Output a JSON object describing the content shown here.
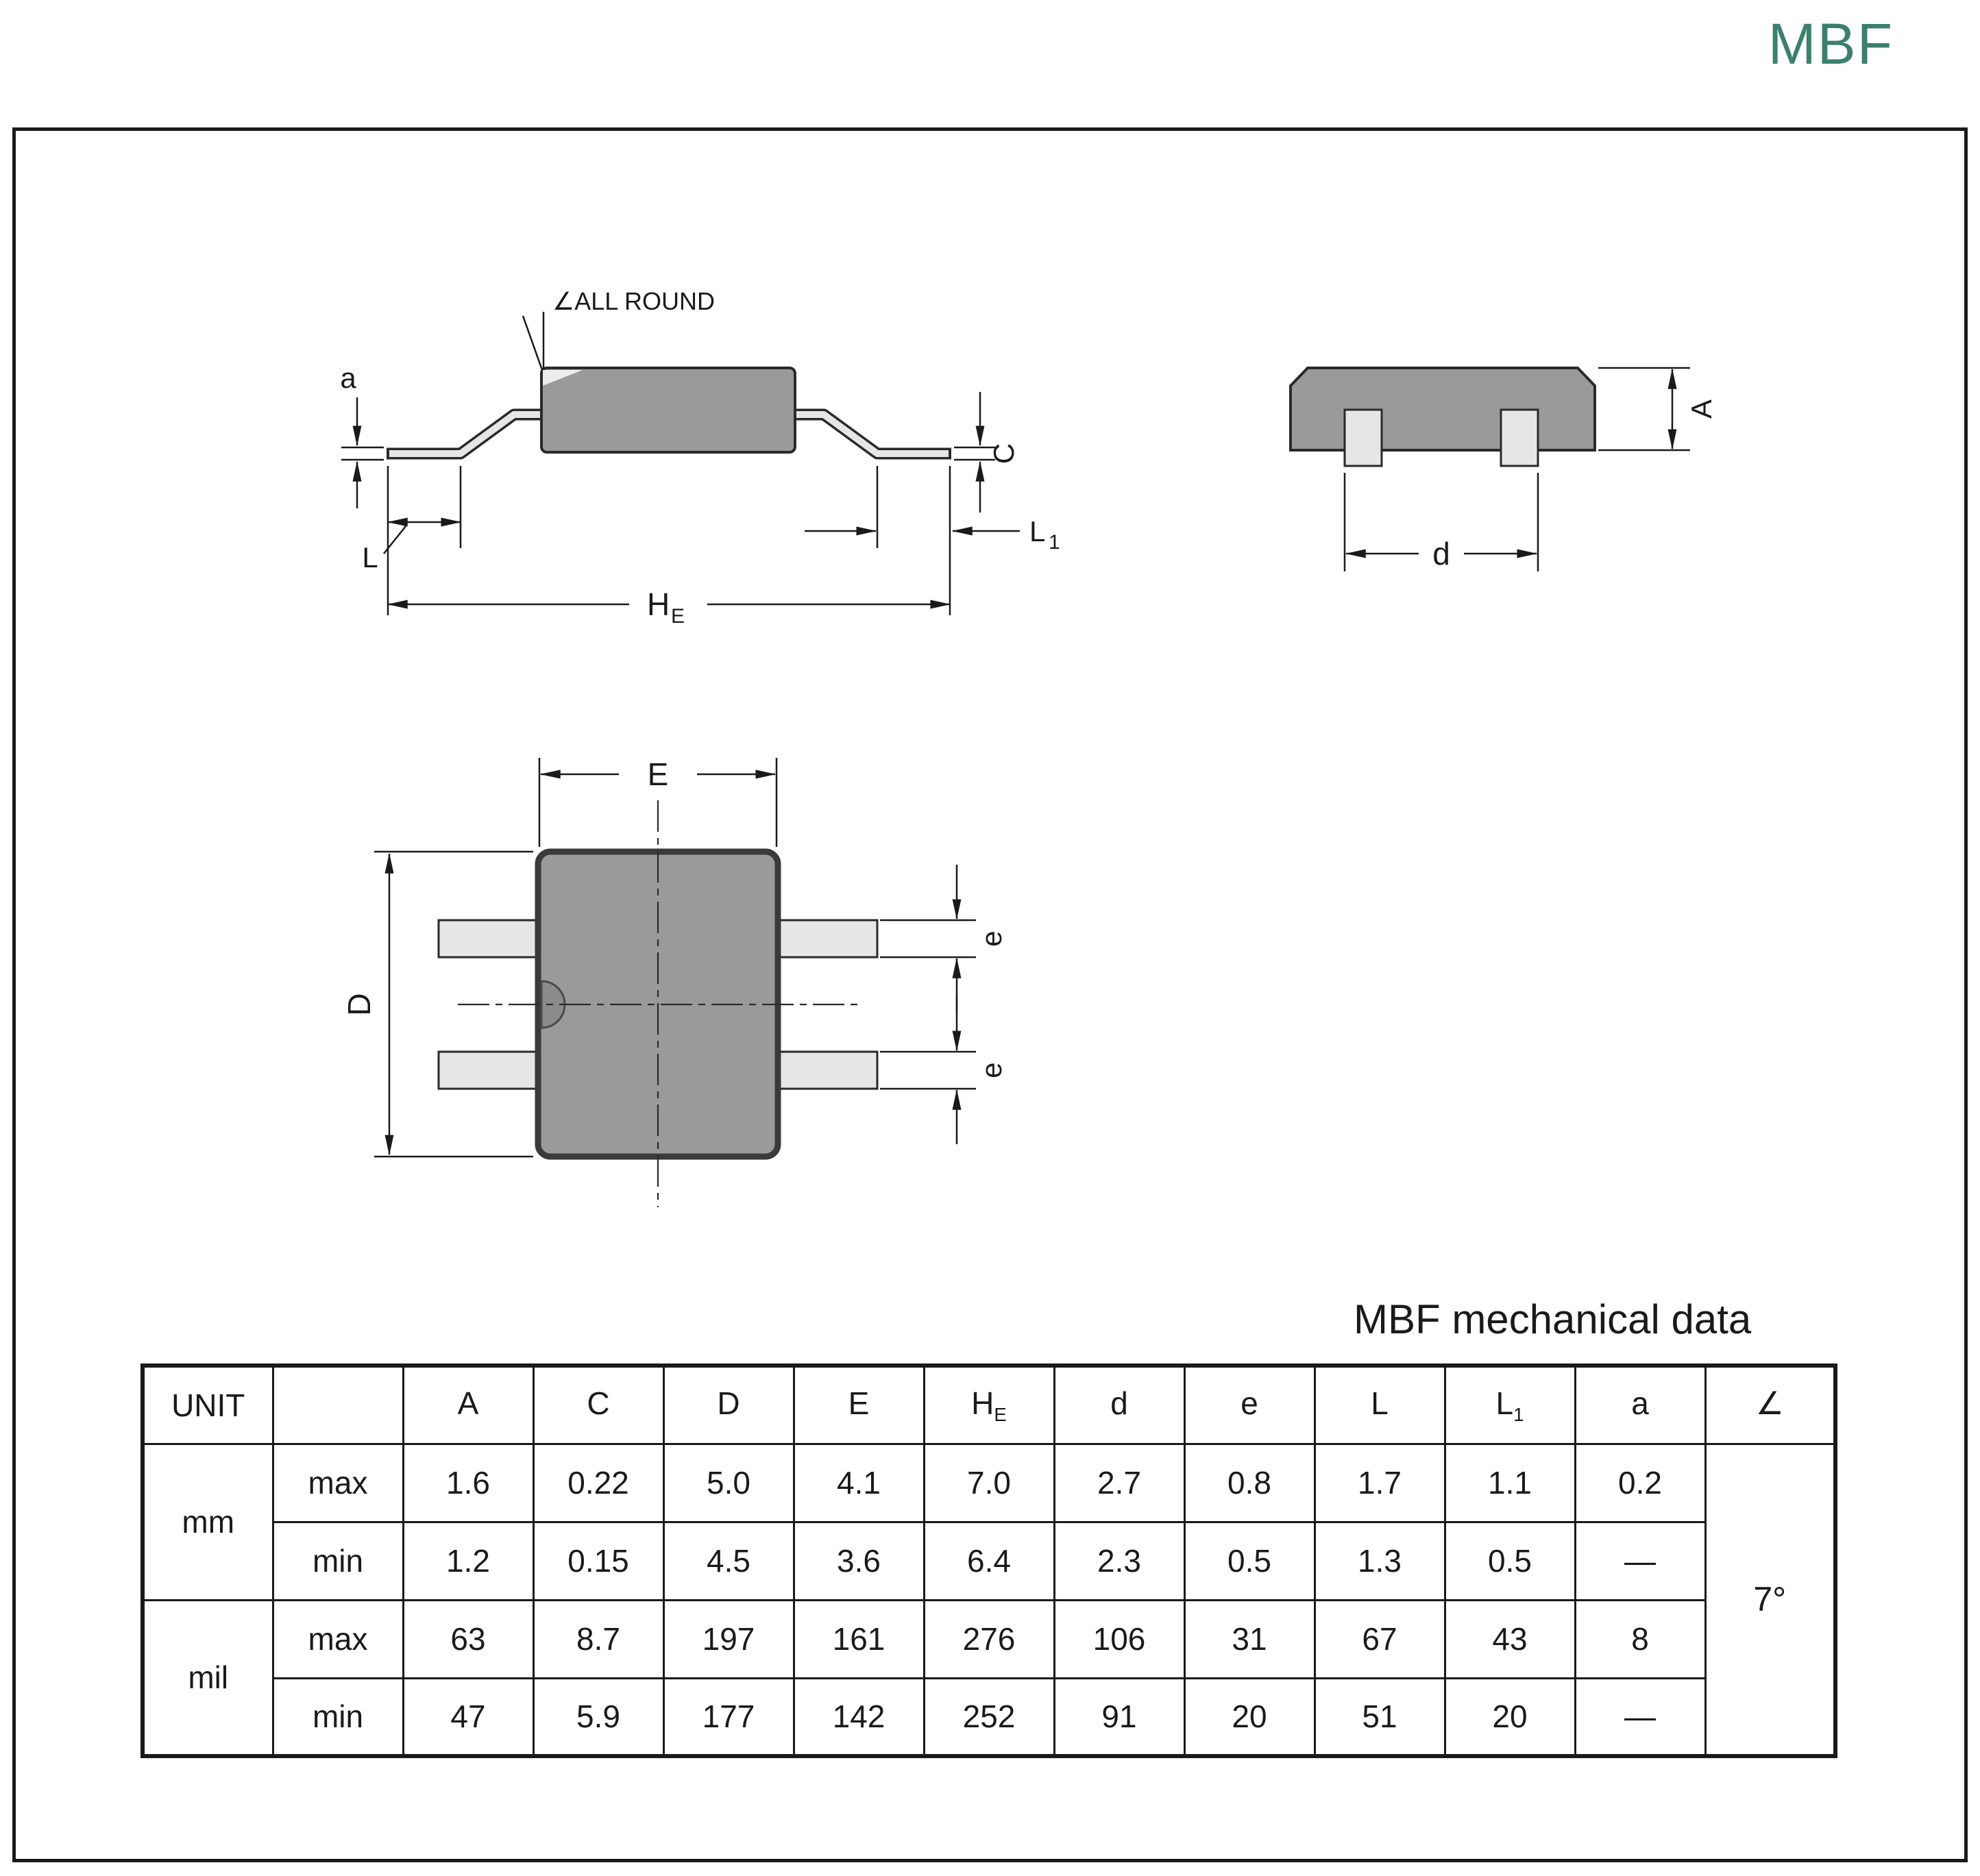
{
  "colors": {
    "accent": "#3D7F6F",
    "line": "#1a1a1a",
    "body_gray": "#9a9a9a",
    "body_gray_dark": "#8b8b8b",
    "lead_gray": "#e6e6e6",
    "page_bg": "#ffffff"
  },
  "page": {
    "title": "MBF"
  },
  "drawing": {
    "caption": "MBF mechanical data",
    "side_view": {
      "label_a": "a",
      "label_all_round": "∠ALL ROUND",
      "label_c": "C",
      "label_l": "L",
      "label_l1_main": "L",
      "label_l1_sub": "1",
      "label_he_main": "H",
      "label_he_sub": "E"
    },
    "end_view": {
      "label_a": "A",
      "label_d": "d"
    },
    "top_view": {
      "label_e_width": "E",
      "label_d": "D",
      "label_e_top": "e",
      "label_e_bottom": "e"
    }
  },
  "table": {
    "unit_header": "UNIT",
    "columns": [
      {
        "main": "A",
        "sub": ""
      },
      {
        "main": "C",
        "sub": ""
      },
      {
        "main": "D",
        "sub": ""
      },
      {
        "main": "E",
        "sub": ""
      },
      {
        "main": "H",
        "sub": "E"
      },
      {
        "main": "d",
        "sub": ""
      },
      {
        "main": "e",
        "sub": ""
      },
      {
        "main": "L",
        "sub": ""
      },
      {
        "main": "L",
        "sub": "1"
      },
      {
        "main": "a",
        "sub": ""
      },
      {
        "main": "∠",
        "sub": ""
      }
    ],
    "groups": [
      {
        "unit": "mm",
        "rows": [
          {
            "limit": "max",
            "values": [
              "1.6",
              "0.22",
              "5.0",
              "4.1",
              "7.0",
              "2.7",
              "0.8",
              "1.7",
              "1.1",
              "0.2"
            ]
          },
          {
            "limit": "min",
            "values": [
              "1.2",
              "0.15",
              "4.5",
              "3.6",
              "6.4",
              "2.3",
              "0.5",
              "1.3",
              "0.5",
              "—"
            ]
          }
        ]
      },
      {
        "unit": "mil",
        "rows": [
          {
            "limit": "max",
            "values": [
              "63",
              "8.7",
              "197",
              "161",
              "276",
              "106",
              "31",
              "67",
              "43",
              "8"
            ]
          },
          {
            "limit": "min",
            "values": [
              "47",
              "5.9",
              "177",
              "142",
              "252",
              "91",
              "20",
              "51",
              "20",
              "—"
            ]
          }
        ]
      }
    ],
    "angle_value": "7°"
  }
}
